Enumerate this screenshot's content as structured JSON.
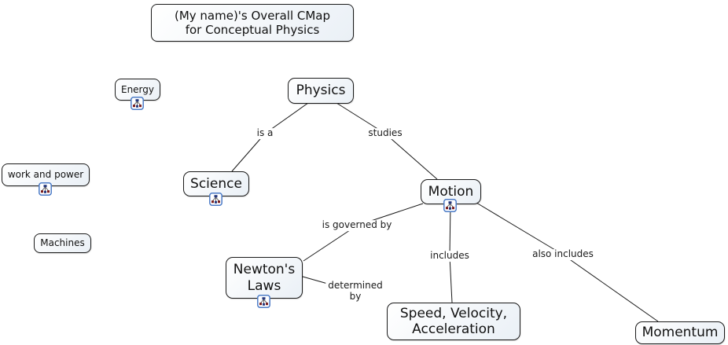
{
  "concepts": {
    "title": "(My name)'s Overall CMap\nfor Conceptual Physics",
    "energy": "Energy",
    "physics": "Physics",
    "work_and_power": "work and power",
    "science": "Science",
    "motion": "Motion",
    "machines": "Machines",
    "newtons_laws": "Newton's\nLaws",
    "speed_velocity_acceleration": "Speed, Velocity,\nAcceleration",
    "momentum": "Momentum"
  },
  "links": {
    "is_a": "is a",
    "studies": "studies",
    "is_governed_by": "is governed by",
    "includes": "includes",
    "also_includes": "also includes",
    "determined_by": "determined\nby"
  },
  "icons": {
    "submap": "concept-map-resource-icon"
  },
  "colors": {
    "node_border": "#1a1a1a",
    "node_fill_top": "#ffffff",
    "node_fill_bottom": "#eaf0f6",
    "connection_line": "#1a1a1a",
    "icon_border": "#4d7cc7",
    "icon_node_red": "#7a1a1a",
    "icon_node_blue": "#22357a",
    "background": "#ffffff"
  }
}
